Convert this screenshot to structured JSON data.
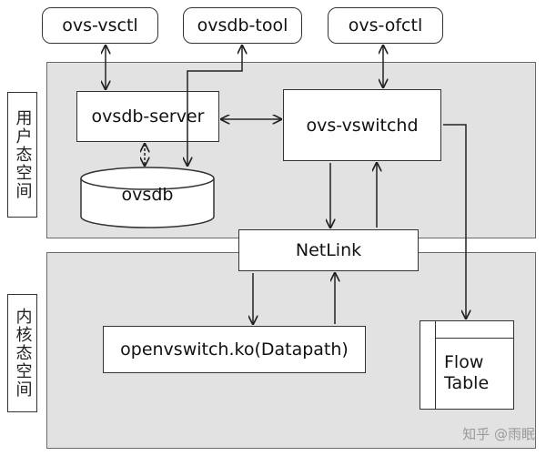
{
  "regions": {
    "user_space_label": "用户态空间",
    "kernel_space_label": "内核态空间"
  },
  "tools": {
    "vsctl": "ovs-vsctl",
    "dbtool": "ovsdb-tool",
    "ofctl": "ovs-ofctl"
  },
  "components": {
    "ovsdb_server": "ovsdb-server",
    "vswitchd": "ovs-vswitchd",
    "ovsdb": "ovsdb",
    "netlink": "NetLink",
    "datapath": "openvswitch.ko(Datapath)"
  },
  "flow_table": {
    "line1": "Flow",
    "line2": "Table"
  },
  "watermark": "知乎 @雨眠"
}
